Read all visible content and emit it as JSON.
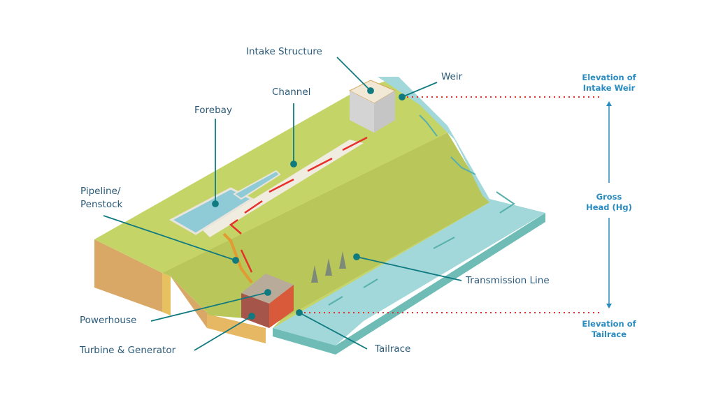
{
  "title": "Hydropower scheme diagram",
  "colors": {
    "label_text": "#2b5a78",
    "leader_line": "#0f7a80",
    "elevation_text": "#2a8bc0",
    "flow_arrow": "#e8302a",
    "water": "#a2d8da",
    "grass_top": "#c5d467",
    "slope": "#b9c65a",
    "earth_side": "#d9a866"
  },
  "labels": {
    "intake_structure": "Intake Structure",
    "weir": "Weir",
    "channel": "Channel",
    "forebay": "Forebay",
    "pipeline_line1": "Pipeline/",
    "pipeline_line2": "Penstock",
    "transmission_line": "Transmission Line",
    "powerhouse": "Powerhouse",
    "turbine_generator": "Turbine & Generator",
    "tailrace": "Tailrace"
  },
  "elevation": {
    "intake_line1": "Elevation of",
    "intake_line2": "Intake Weir",
    "gross_line1": "Gross",
    "gross_line2": "Head (Hg)",
    "tailrace_line1": "Elevation of",
    "tailrace_line2": "Tailrace"
  }
}
